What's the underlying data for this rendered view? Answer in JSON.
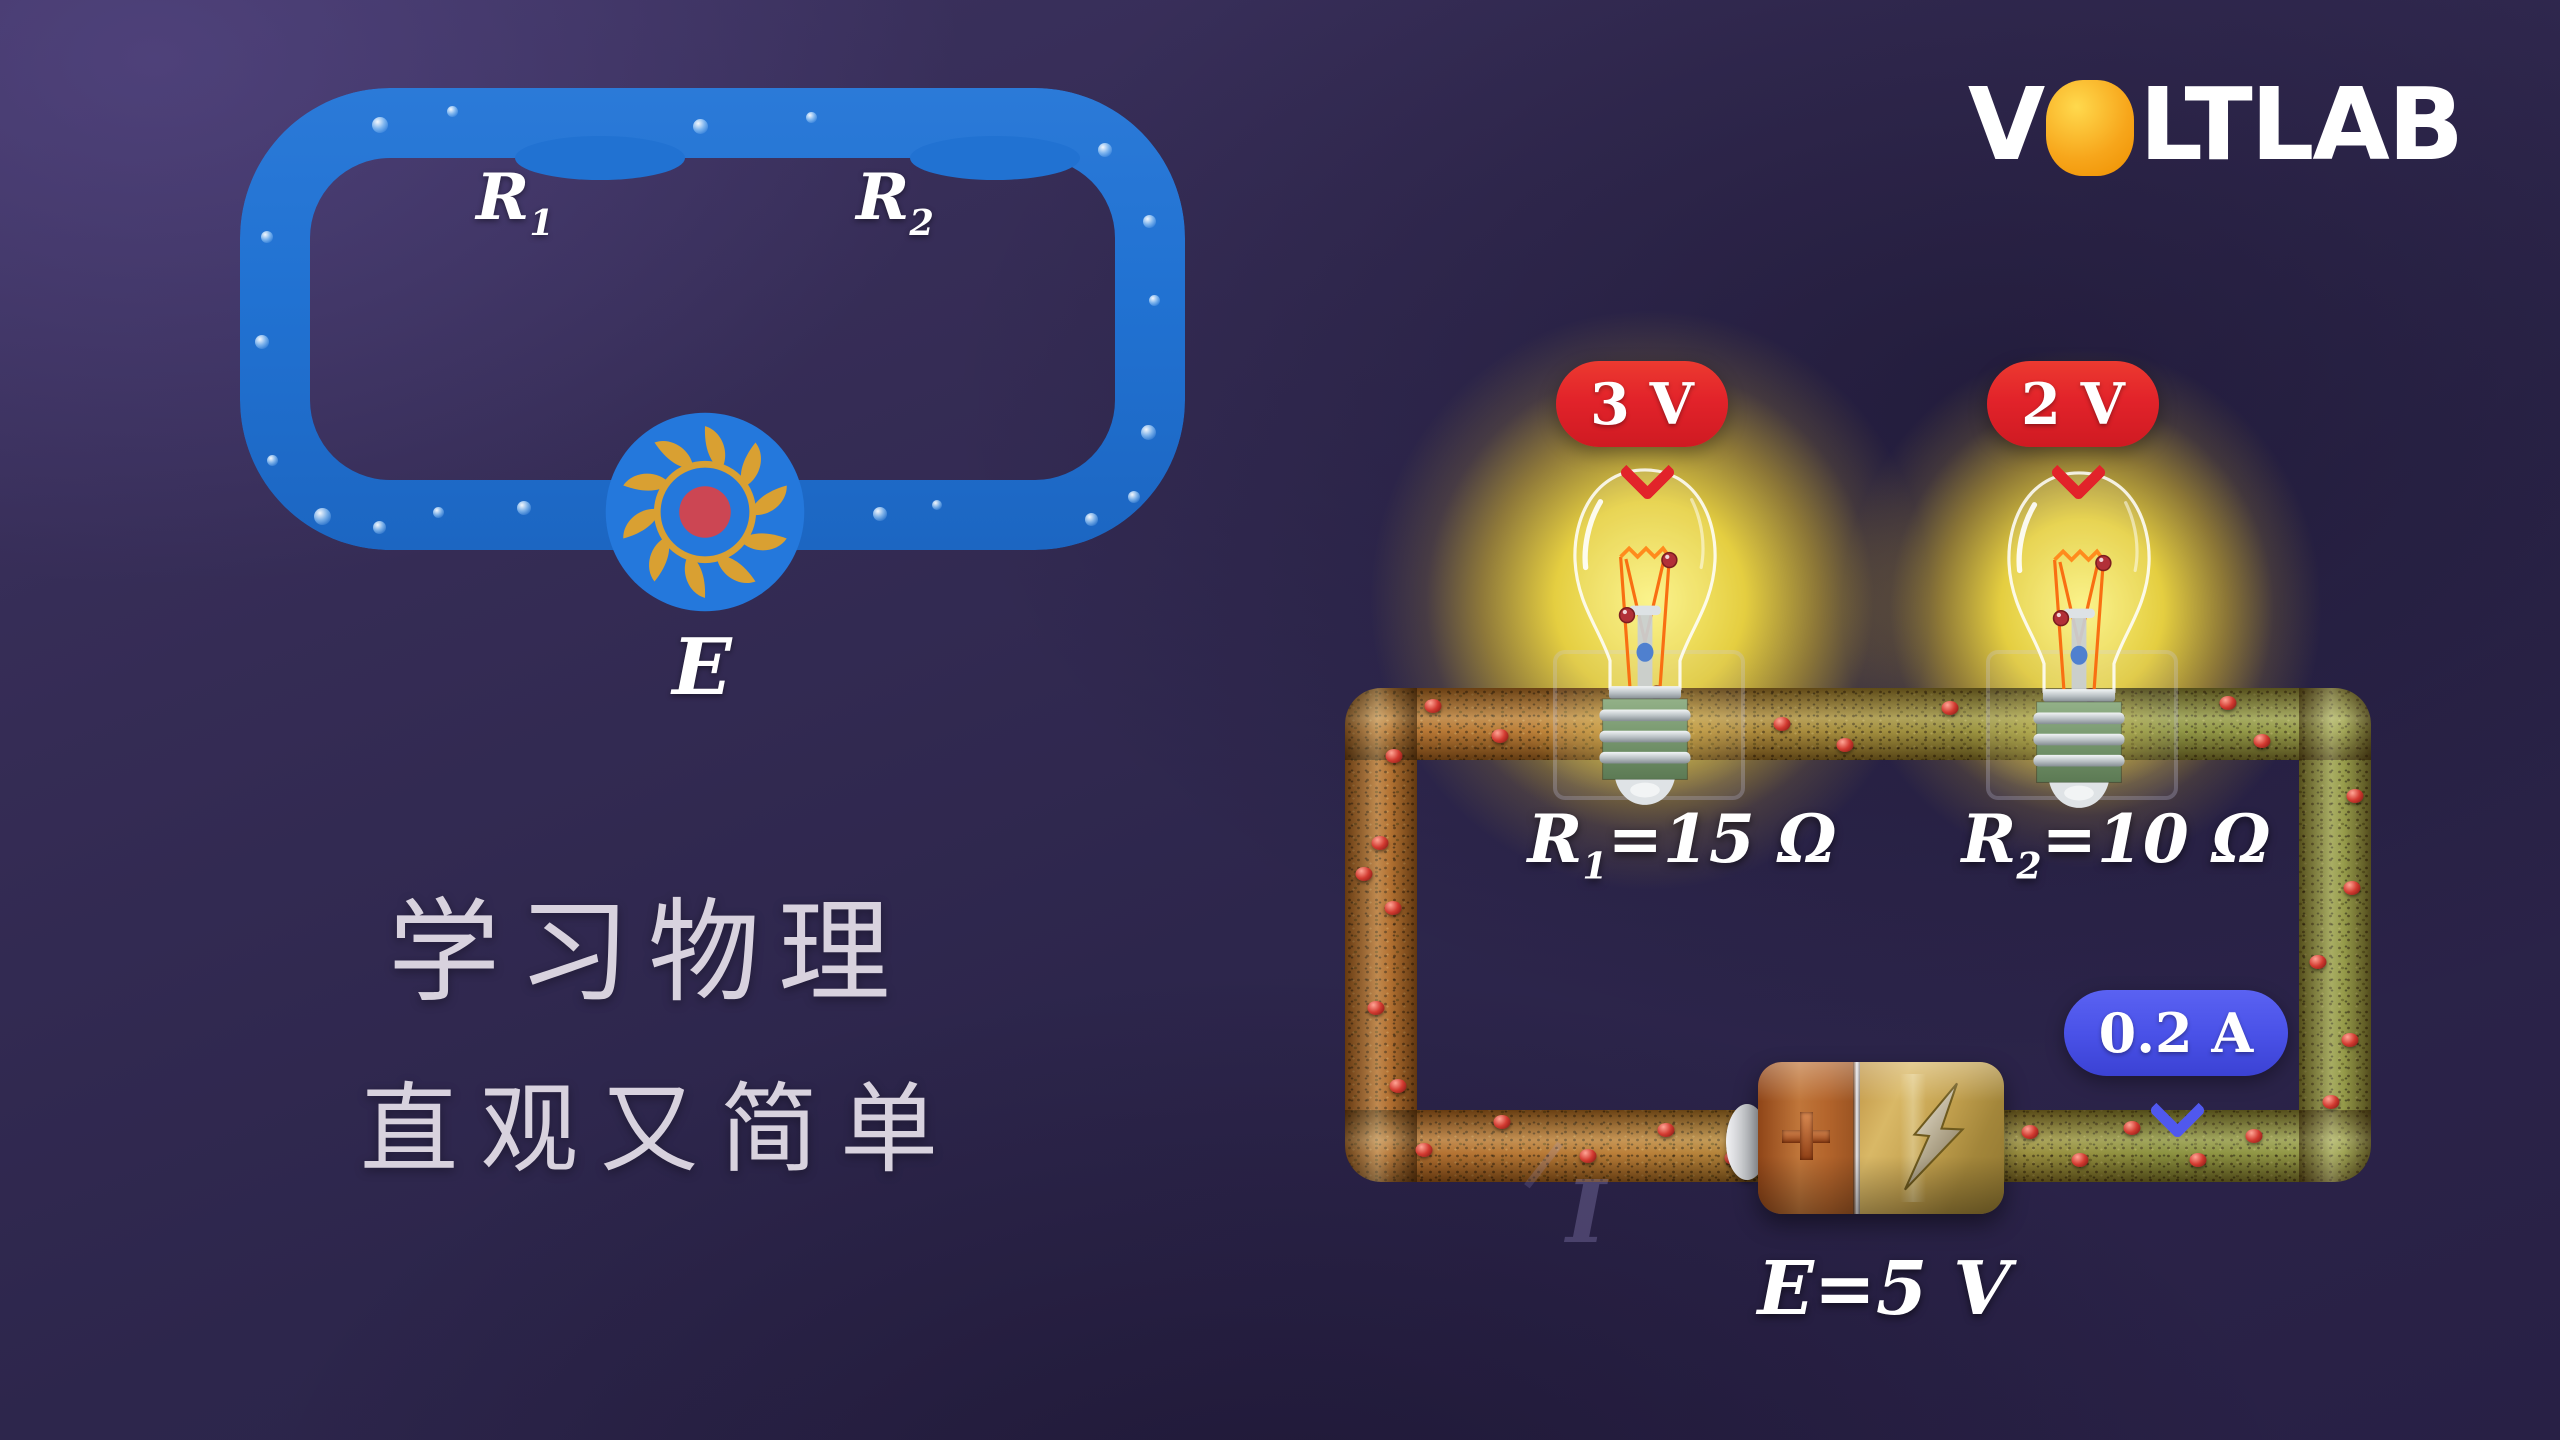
{
  "logo": {
    "first_letter": "V",
    "o_icon": "orange-rounded-o",
    "rest_letters": "LTLAB"
  },
  "headline": {
    "line1": "学习物理",
    "line2": "直观又简单"
  },
  "water_loop": {
    "r1_sym": "R",
    "r1_sub": "1",
    "r2_sym": "R",
    "r2_sub": "2",
    "pump_label": "E"
  },
  "circuit": {
    "bulb1_voltage": "3 V",
    "bulb2_voltage": "2 V",
    "r1_sym": "R",
    "r1_sub": "1",
    "r1_eq": "=15 Ω",
    "r2_sym": "R",
    "r2_sub": "2",
    "r2_eq": "=10 Ω",
    "current": "0.2 A",
    "emf_sym": "E",
    "emf_eq": "=5 V",
    "ghost_label": "I"
  },
  "colors": {
    "badge_red": "#e2232a",
    "badge_blue": "#4a52e8",
    "pipe_blue": "#2172d2",
    "copper": "#a85c1f",
    "olive": "#8e9441",
    "glow_yellow": "#ffe240",
    "logo_orange": "#f7a61b",
    "background": "#2e2749"
  }
}
